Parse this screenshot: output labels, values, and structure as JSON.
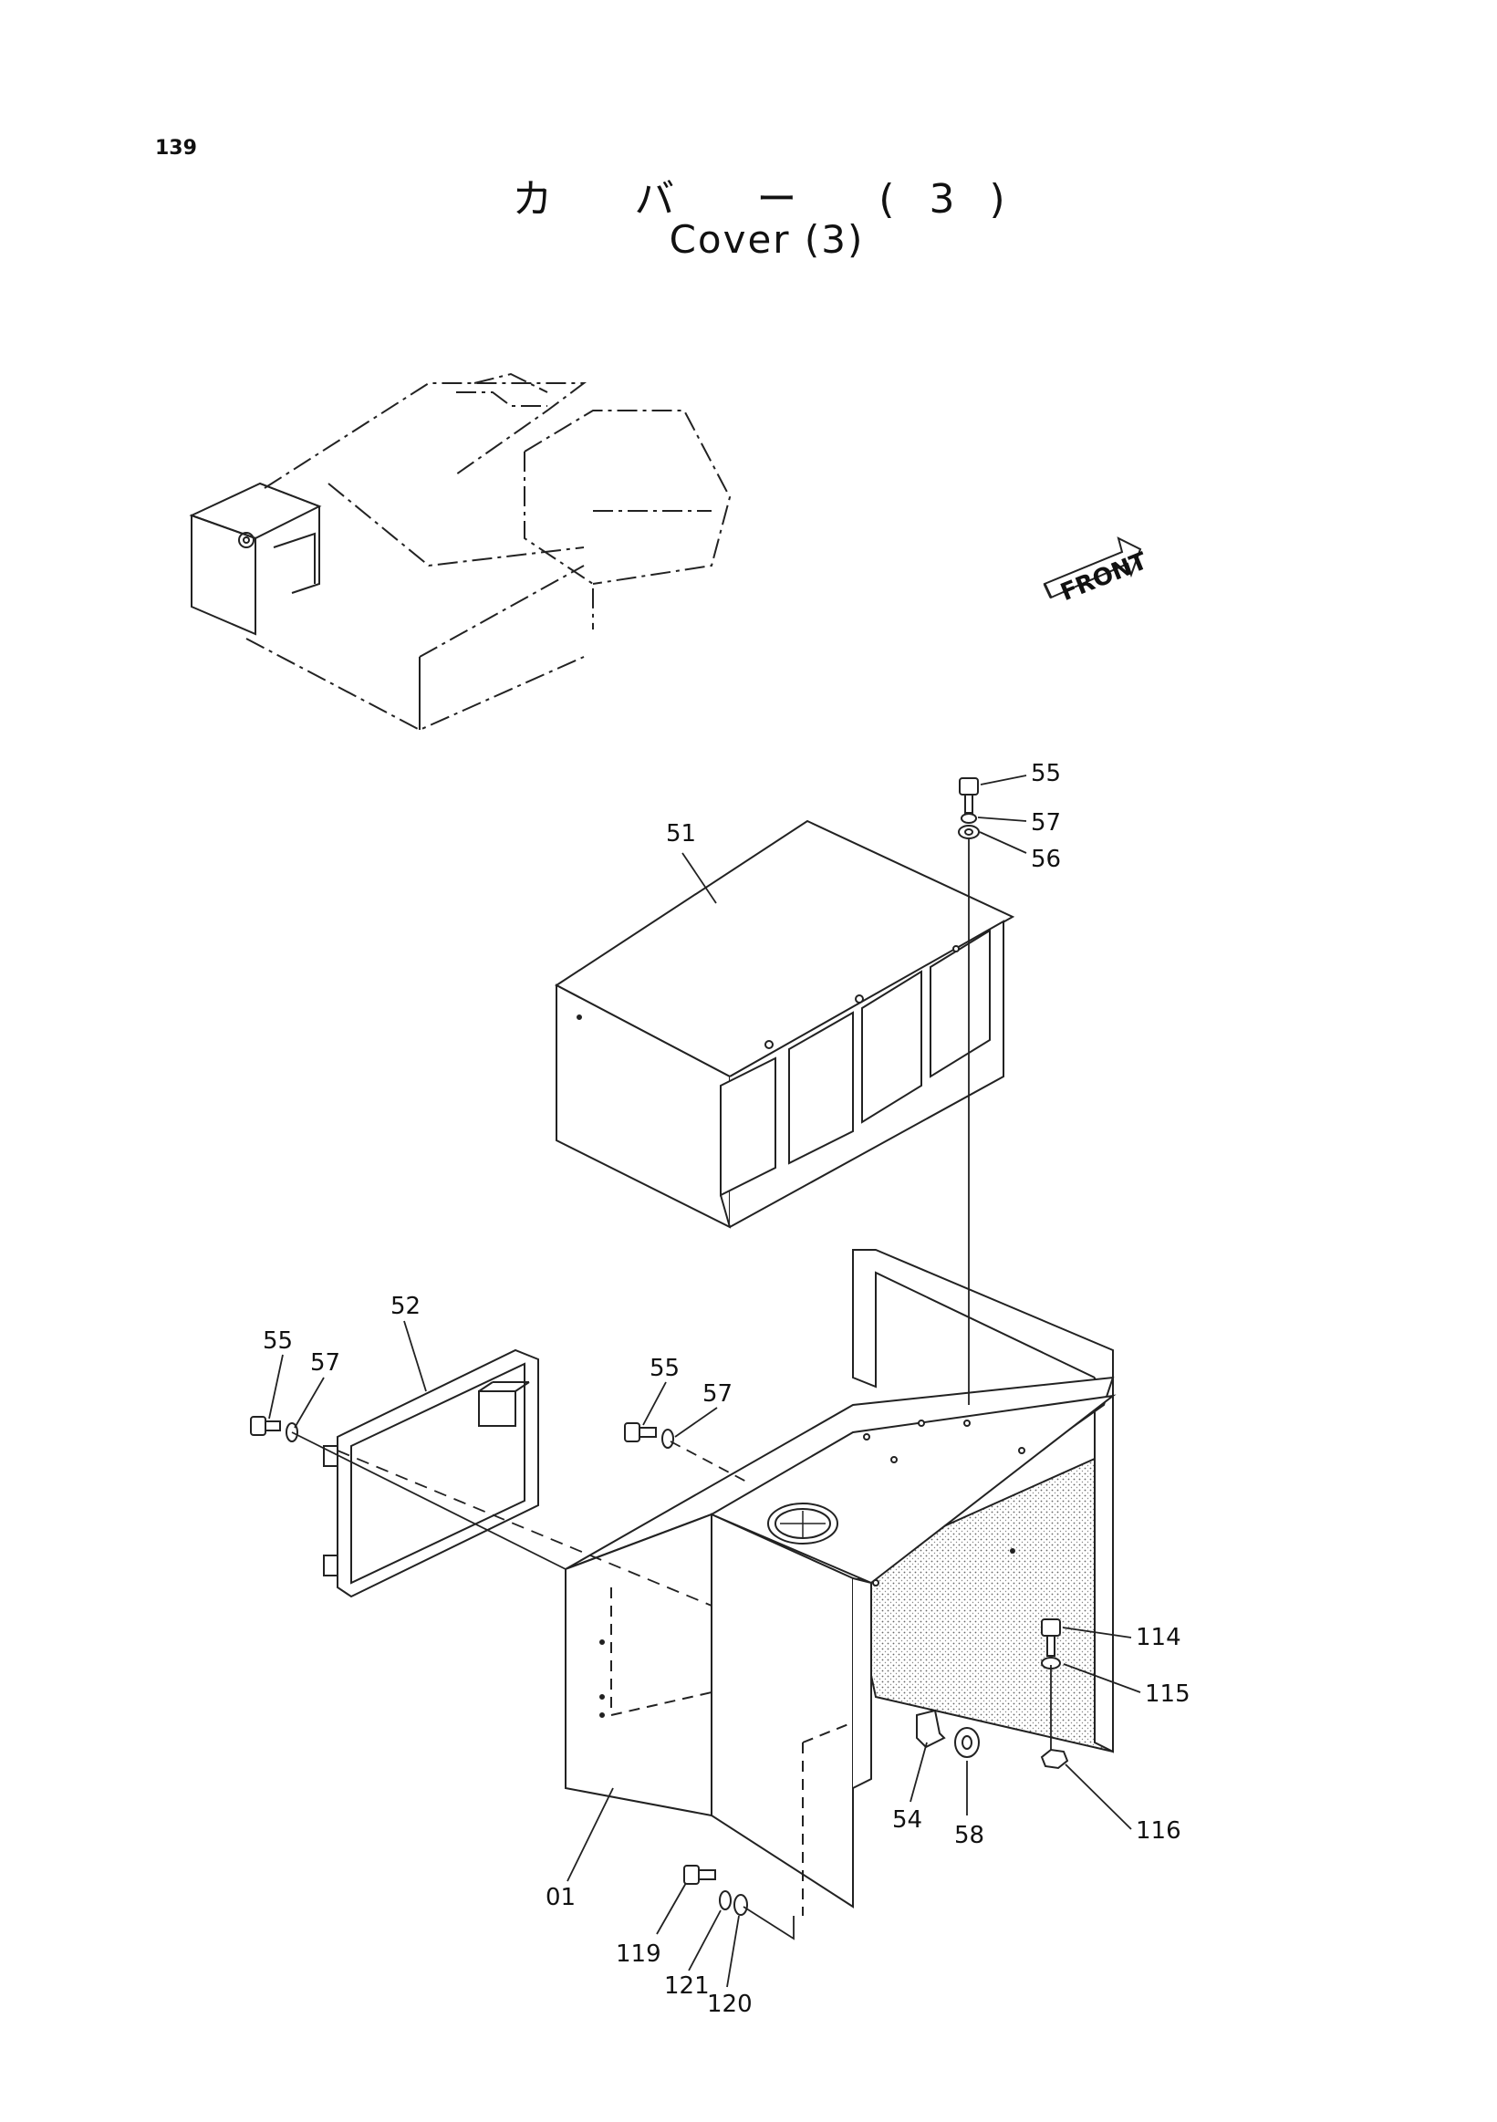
{
  "page_number": "139",
  "title_jp": "カ バ ー (3)",
  "title_en": "Cover  (3)",
  "front_label": "FRONT",
  "callouts": {
    "c51": "51",
    "c52": "52",
    "c55_top": "55",
    "c57_top": "57",
    "c56": "56",
    "c55_left": "55",
    "c57_left": "57",
    "c55_mid": "55",
    "c57_mid": "57",
    "c114": "114",
    "c115": "115",
    "c116": "116",
    "c54": "54",
    "c58": "58",
    "c01": "01",
    "c119": "119",
    "c121": "121",
    "c120": "120"
  }
}
